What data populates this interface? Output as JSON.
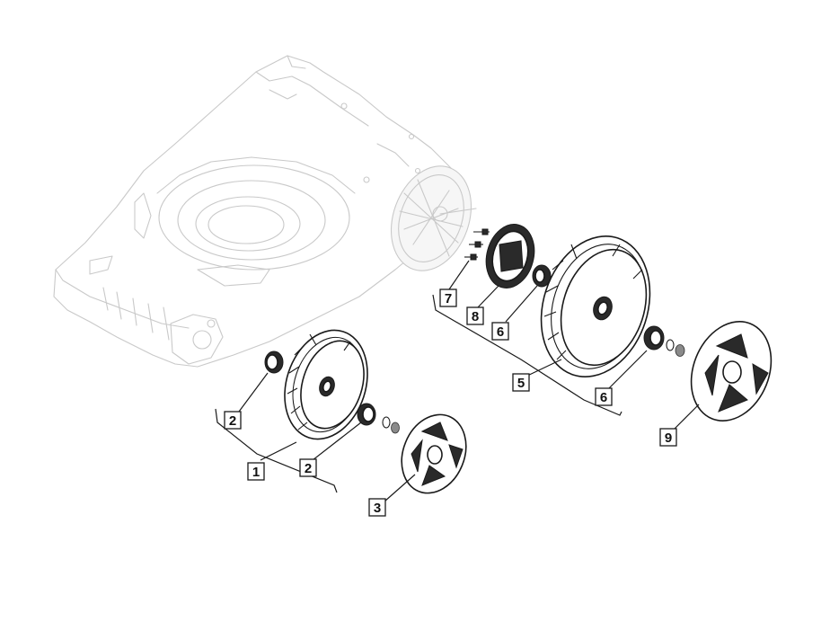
{
  "diagram": {
    "callouts": [
      {
        "id": "c1",
        "label": "1"
      },
      {
        "id": "c2a",
        "label": "2"
      },
      {
        "id": "c2b",
        "label": "2"
      },
      {
        "id": "c3",
        "label": "3"
      },
      {
        "id": "c5",
        "label": "5"
      },
      {
        "id": "c6a",
        "label": "6"
      },
      {
        "id": "c6b",
        "label": "6"
      },
      {
        "id": "c7",
        "label": "7"
      },
      {
        "id": "c8",
        "label": "8"
      },
      {
        "id": "c9",
        "label": "9"
      }
    ],
    "colors": {
      "part_outline": "#1a1a1a",
      "background_outline": "#c9c9c9",
      "background": "#ffffff"
    }
  }
}
